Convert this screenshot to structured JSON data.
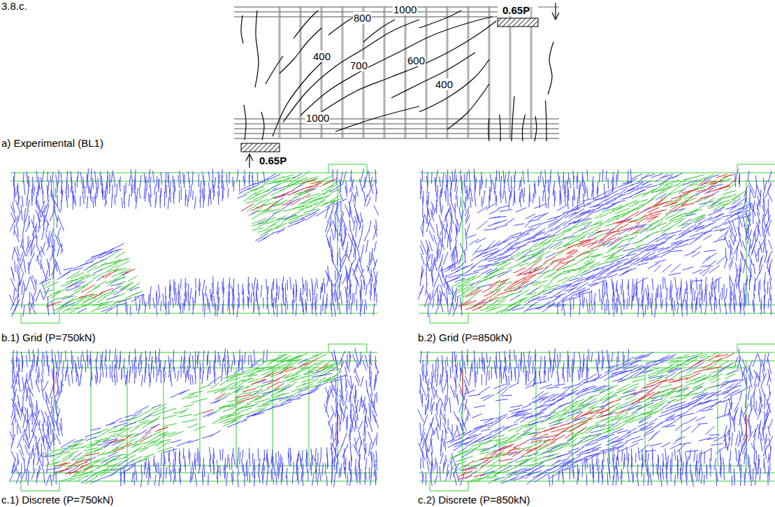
{
  "diagram": {
    "labels": [
      "3.8.c.",
      "0.65P",
      "800",
      "1000",
      "400",
      "700",
      "600",
      "400",
      "1000",
      "a) Experimental (BL1)",
      "0.65P",
      "b.1) Grid (P=750kN)",
      "b.2) Grid (P=850kN)",
      "c.1) Discrete (P=750kN)",
      "c.2) Discrete (P=850kN)"
    ]
  }
}
